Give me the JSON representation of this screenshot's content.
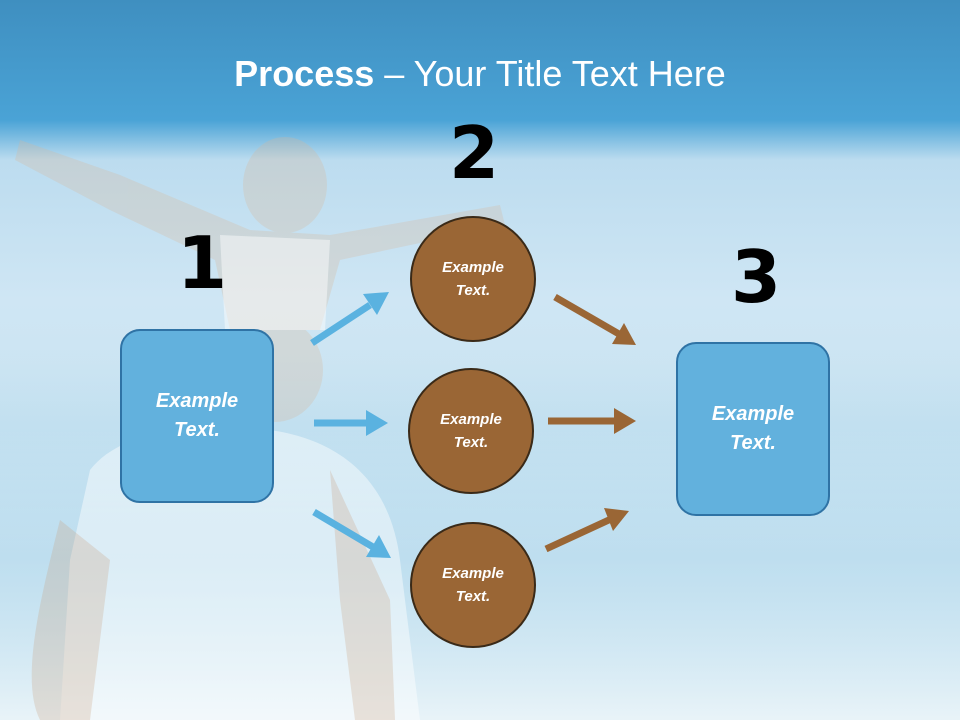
{
  "slide": {
    "title_bold": "Process",
    "title_rest": " – Your Title Text Here"
  },
  "steps": [
    {
      "number": "1",
      "label": "Example Text."
    },
    {
      "number": "2",
      "items": [
        "Example Text.",
        "Example Text.",
        "Example Text."
      ]
    },
    {
      "number": "3",
      "label": "Example Text."
    }
  ],
  "colors": {
    "header": "#4aa3d6",
    "box_fill": "#62b1dd",
    "box_border": "#2f73a5",
    "circle_fill": "#9a6635",
    "circle_border": "#3a2a18",
    "blue_arrow": "#5ab2e0",
    "brown_arrow": "#9a6635"
  }
}
